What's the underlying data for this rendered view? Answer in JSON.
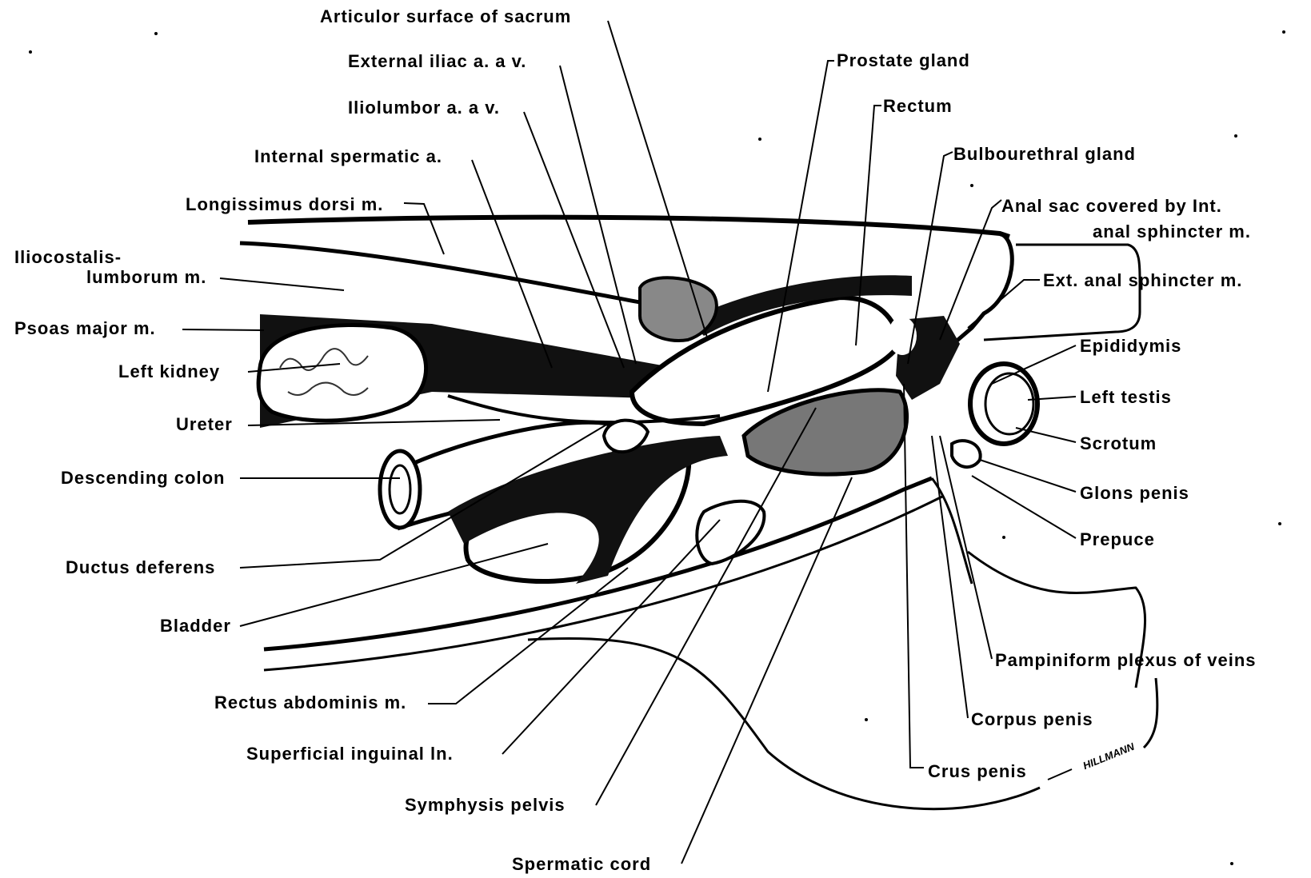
{
  "labels": {
    "articular_surface_of_sacrum": "Articulor surface of sacrum",
    "external_iliac": "External iliac a. a v.",
    "iliolumbar": "Iliolumbor a. a v.",
    "internal_spermatic": "Internal spermatic a.",
    "longissimus_dorsi": "Longissimus dorsi m.",
    "iliocostalis_line1": "Iliocostalis-",
    "iliocostalis_line2": "lumborum m.",
    "psoas_major": "Psoas major m.",
    "left_kidney": "Left kidney",
    "ureter": "Ureter",
    "descending_colon": "Descending colon",
    "ductus_deferens": "Ductus deferens",
    "bladder": "Bladder",
    "rectus_abdominis": "Rectus abdominis m.",
    "superficial_inguinal": "Superficial inguinal ln.",
    "symphysis_pelvis": "Symphysis pelvis",
    "spermatic_cord": "Spermatic cord",
    "prostate_gland": "Prostate gland",
    "rectum": "Rectum",
    "bulbourethral_gland": "Bulbourethral gland",
    "anal_sac_line1": "Anal sac covered by Int.",
    "anal_sac_line2": "anal sphincter m.",
    "ext_anal_sphincter": "Ext. anal sphincter m.",
    "epididymis": "Epididymis",
    "left_testis": "Left testis",
    "scrotum": "Scrotum",
    "glans_penis": "Glons penis",
    "prepuce": "Prepuce",
    "pampiniform": "Pampiniform plexus of veins",
    "corpus_penis": "Corpus penis",
    "crus_penis": "Crus penis"
  },
  "signature": "HILLMANN"
}
